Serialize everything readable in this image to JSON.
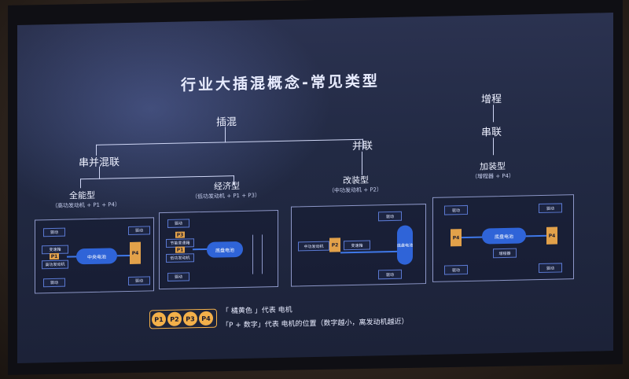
{
  "title": "行业大插混概念-常见类型",
  "tree": {
    "root": "插混",
    "series_parallel": "串并混联",
    "parallel": "并联",
    "range_ext": "增程",
    "series": "串联"
  },
  "types": [
    {
      "name": "全能型",
      "desc": "（高功发动机 + P1 + P4）"
    },
    {
      "name": "经济型",
      "desc": "（低功发动机 + P1 + P3）"
    },
    {
      "name": "改装型",
      "desc": "（中功发动机 + P2）"
    },
    {
      "name": "加装型",
      "desc": "（增程器 + P4）"
    }
  ],
  "panel1": {
    "drive": "驱动",
    "trans": "变速箱",
    "p1": "P1",
    "engine": "高功发动机",
    "battery": "中央电池",
    "p4": "P4"
  },
  "panel2": {
    "drive": "驱动",
    "p3": "P3",
    "trans": "节能变速箱",
    "p1": "P1",
    "engine": "低功发动机",
    "battery": "底盘电池"
  },
  "panel3": {
    "drive": "驱动",
    "engine": "中功发动机",
    "p2": "P2",
    "trans": "变速箱",
    "battery": "底盘电池"
  },
  "panel4": {
    "drive": "驱动",
    "p4": "P4",
    "battery": "底盘电池",
    "range": "增程器"
  },
  "legend": {
    "badges": [
      "P1",
      "P2",
      "P3",
      "P4"
    ],
    "line1": "「 橘黄色 」代表 电机",
    "line2": "「P + 数字」代表 电机的位置（数字越小，离发动机越近）"
  }
}
